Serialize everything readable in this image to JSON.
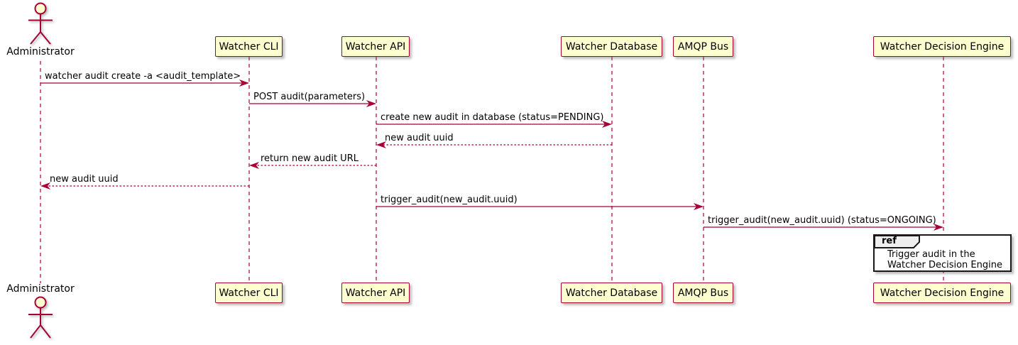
{
  "diagram": {
    "kind": "uml-sequence-diagram",
    "actor": {
      "name": "Administrator",
      "icon": "stick-figure-actor-icon"
    },
    "participants": [
      {
        "label": "Watcher CLI"
      },
      {
        "label": "Watcher API"
      },
      {
        "label": "Watcher Database"
      },
      {
        "label": "AMQP Bus"
      },
      {
        "label": "Watcher Decision Engine"
      }
    ],
    "messages": [
      {
        "from": "Administrator",
        "to": "Watcher CLI",
        "style": "solid",
        "label": "watcher audit create -a <audit_template>"
      },
      {
        "from": "Watcher CLI",
        "to": "Watcher API",
        "style": "solid",
        "label": "POST audit(parameters)"
      },
      {
        "from": "Watcher API",
        "to": "Watcher Database",
        "style": "solid",
        "label": "create new audit in database (status=PENDING)"
      },
      {
        "from": "Watcher Database",
        "to": "Watcher API",
        "style": "dotted",
        "label": "new audit uuid"
      },
      {
        "from": "Watcher API",
        "to": "Watcher CLI",
        "style": "dotted",
        "label": "return new audit URL"
      },
      {
        "from": "Watcher CLI",
        "to": "Administrator",
        "style": "dotted",
        "label": "new audit uuid"
      },
      {
        "from": "Watcher API",
        "to": "AMQP Bus",
        "style": "solid",
        "label": "trigger_audit(new_audit.uuid)"
      },
      {
        "from": "AMQP Bus",
        "to": "Watcher Decision Engine",
        "style": "solid",
        "label": "trigger_audit(new_audit.uuid) (status=ONGOING)"
      }
    ],
    "ref": {
      "keyword": "ref",
      "lines": [
        "Trigger audit in the",
        "Watcher Decision Engine"
      ]
    },
    "colors": {
      "accent": "#A80036",
      "participant_fill": "#FEFECE",
      "ref_header_fill": "#EEEEEE",
      "ref_fill": "#FFFFFF",
      "text": "#000000"
    }
  }
}
